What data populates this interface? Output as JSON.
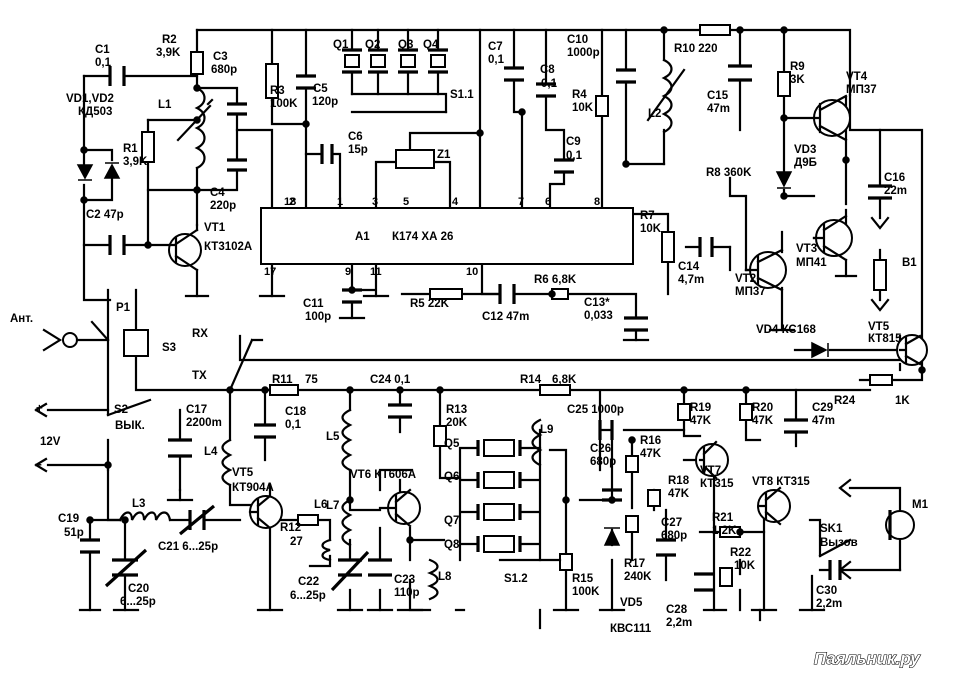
{
  "ic": {
    "ref": "A1",
    "type": "К174 ХА 26"
  },
  "ic_pins": [
    "18",
    "2",
    "1",
    "3",
    "5",
    "4",
    "7",
    "6",
    "8",
    "17",
    "9",
    "11",
    "10"
  ],
  "labels": [
    {
      "id": "c1",
      "text": "C1"
    },
    {
      "id": "c1v",
      "text": "0,1"
    },
    {
      "id": "r2",
      "text": "R2"
    },
    {
      "id": "r2v",
      "text": "3,9K"
    },
    {
      "id": "c3",
      "text": "C3"
    },
    {
      "id": "c3v",
      "text": "680p"
    },
    {
      "id": "r3",
      "text": "R3"
    },
    {
      "id": "r3v",
      "text": "100K"
    },
    {
      "id": "c5",
      "text": "C5"
    },
    {
      "id": "c5v",
      "text": "120p"
    },
    {
      "id": "q1",
      "text": "Q1"
    },
    {
      "id": "q2",
      "text": "Q2"
    },
    {
      "id": "q3",
      "text": "Q3"
    },
    {
      "id": "q4",
      "text": "Q4"
    },
    {
      "id": "s11",
      "text": "S1.1"
    },
    {
      "id": "c7",
      "text": "C7"
    },
    {
      "id": "c7v",
      "text": "0,1"
    },
    {
      "id": "c8",
      "text": "C8"
    },
    {
      "id": "c8v",
      "text": "0,1"
    },
    {
      "id": "c10",
      "text": "C10"
    },
    {
      "id": "c10v",
      "text": "1000p"
    },
    {
      "id": "r10",
      "text": "R10 220"
    },
    {
      "id": "r9",
      "text": "R9"
    },
    {
      "id": "r9v",
      "text": "3K"
    },
    {
      "id": "vt4",
      "text": "VT4"
    },
    {
      "id": "vt4t",
      "text": "МП37"
    },
    {
      "id": "vd12",
      "text": "VD1,VD2"
    },
    {
      "id": "vd12t",
      "text": "КД503"
    },
    {
      "id": "l1",
      "text": "L1"
    },
    {
      "id": "r1",
      "text": "R1"
    },
    {
      "id": "r1v",
      "text": "3,9K"
    },
    {
      "id": "c6",
      "text": "C6"
    },
    {
      "id": "c6v",
      "text": "15p"
    },
    {
      "id": "r4",
      "text": "R4"
    },
    {
      "id": "r4v",
      "text": "10K"
    },
    {
      "id": "l2",
      "text": "L2"
    },
    {
      "id": "c15",
      "text": "C15"
    },
    {
      "id": "c15v",
      "text": "47m"
    },
    {
      "id": "vd3",
      "text": "VD3"
    },
    {
      "id": "vd3t",
      "text": "Д9Б"
    },
    {
      "id": "c9",
      "text": "C9"
    },
    {
      "id": "c9v",
      "text": "0,1"
    },
    {
      "id": "z1",
      "text": "Z1"
    },
    {
      "id": "c2",
      "text": "C2 47p"
    },
    {
      "id": "c4",
      "text": "C4"
    },
    {
      "id": "c4v",
      "text": "220p"
    },
    {
      "id": "r8",
      "text": "R8 360K"
    },
    {
      "id": "c16",
      "text": "C16"
    },
    {
      "id": "c16v",
      "text": "22m"
    },
    {
      "id": "r7",
      "text": "R7"
    },
    {
      "id": "r7v",
      "text": "10K"
    },
    {
      "id": "vt1",
      "text": "VT1"
    },
    {
      "id": "vt1t",
      "text": "КТ3102А"
    },
    {
      "id": "vt3",
      "text": "VT3"
    },
    {
      "id": "vt3t",
      "text": "МП41"
    },
    {
      "id": "b1",
      "text": "B1"
    },
    {
      "id": "c14",
      "text": "C14"
    },
    {
      "id": "c14v",
      "text": "4,7m"
    },
    {
      "id": "vt2",
      "text": "VT2"
    },
    {
      "id": "vt2t",
      "text": "МП37"
    },
    {
      "id": "r6",
      "text": "R6 6,8K"
    },
    {
      "id": "c11",
      "text": "C11"
    },
    {
      "id": "c11v",
      "text": "100p"
    },
    {
      "id": "r5",
      "text": "R5 22K"
    },
    {
      "id": "c12",
      "text": "C12 47m"
    },
    {
      "id": "c13",
      "text": "C13*"
    },
    {
      "id": "c13v",
      "text": "0,033"
    },
    {
      "id": "vt5b",
      "text": "VT5"
    },
    {
      "id": "vt5bt",
      "text": "КТ815"
    },
    {
      "id": "ant",
      "text": "Ант."
    },
    {
      "id": "p1",
      "text": "P1"
    },
    {
      "id": "s3",
      "text": "S3"
    },
    {
      "id": "rx",
      "text": "RX"
    },
    {
      "id": "tx",
      "text": "TX"
    },
    {
      "id": "vd4",
      "text": "VD4 КС168"
    },
    {
      "id": "r11",
      "text": "R11"
    },
    {
      "id": "r11v",
      "text": "75"
    },
    {
      "id": "c24",
      "text": "C24 0,1"
    },
    {
      "id": "r14",
      "text": "R14"
    },
    {
      "id": "r14v",
      "text": "6,8K"
    },
    {
      "id": "r24",
      "text": "R24"
    },
    {
      "id": "r24v",
      "text": "1K"
    },
    {
      "id": "s2",
      "text": "S2"
    },
    {
      "id": "vyk",
      "text": "ВЫК."
    },
    {
      "id": "c17",
      "text": "C17"
    },
    {
      "id": "c17v",
      "text": "2200m"
    },
    {
      "id": "c18",
      "text": "C18"
    },
    {
      "id": "c18v",
      "text": "0,1"
    },
    {
      "id": "r13",
      "text": "R13"
    },
    {
      "id": "r13v",
      "text": "20K"
    },
    {
      "id": "c25",
      "text": "C25 1000p"
    },
    {
      "id": "r19",
      "text": "R19"
    },
    {
      "id": "r19v",
      "text": "47K"
    },
    {
      "id": "r20",
      "text": "R20"
    },
    {
      "id": "r20v",
      "text": "47K"
    },
    {
      "id": "c29",
      "text": "C29"
    },
    {
      "id": "c29v",
      "text": "47m"
    },
    {
      "id": "v12",
      "text": "12V"
    },
    {
      "id": "l4",
      "text": "L4"
    },
    {
      "id": "l5",
      "text": "L5"
    },
    {
      "id": "l9",
      "text": "L9"
    },
    {
      "id": "q5",
      "text": "Q5"
    },
    {
      "id": "q6",
      "text": "Q6"
    },
    {
      "id": "q7",
      "text": "Q7"
    },
    {
      "id": "q8",
      "text": "Q8"
    },
    {
      "id": "c26",
      "text": "C26"
    },
    {
      "id": "c26v",
      "text": "680p"
    },
    {
      "id": "r16",
      "text": "R16"
    },
    {
      "id": "r16v",
      "text": "47K"
    },
    {
      "id": "vt5",
      "text": "VT5"
    },
    {
      "id": "vt5t",
      "text": "КТ904А"
    },
    {
      "id": "vt6",
      "text": "VT6 КТ606А"
    },
    {
      "id": "vt7",
      "text": "VT7"
    },
    {
      "id": "vt7t",
      "text": "КТ315"
    },
    {
      "id": "vt8",
      "text": "VT8 КТ315"
    },
    {
      "id": "r18",
      "text": "R18"
    },
    {
      "id": "r18v",
      "text": "47K"
    },
    {
      "id": "m1",
      "text": "M1"
    },
    {
      "id": "l6",
      "text": "L6"
    },
    {
      "id": "l7",
      "text": "L7"
    },
    {
      "id": "c19",
      "text": "C19"
    },
    {
      "id": "c19v",
      "text": "51p"
    },
    {
      "id": "l3",
      "text": "L3"
    },
    {
      "id": "r12",
      "text": "R12"
    },
    {
      "id": "r12v",
      "text": "27"
    },
    {
      "id": "r21",
      "text": "R21"
    },
    {
      "id": "r21v",
      "text": "1,2K"
    },
    {
      "id": "sk1",
      "text": "SK1"
    },
    {
      "id": "vyzov",
      "text": "Вызов"
    },
    {
      "id": "c27",
      "text": "C27"
    },
    {
      "id": "c27v",
      "text": "680p"
    },
    {
      "id": "r22",
      "text": "R22"
    },
    {
      "id": "r22v",
      "text": "10K"
    },
    {
      "id": "c21",
      "text": "C21 6...25p"
    },
    {
      "id": "c20",
      "text": "C20"
    },
    {
      "id": "c20v",
      "text": "6...25p"
    },
    {
      "id": "c22",
      "text": "C22"
    },
    {
      "id": "c22v",
      "text": "6...25p"
    },
    {
      "id": "c23",
      "text": "C23"
    },
    {
      "id": "c23v",
      "text": "110p"
    },
    {
      "id": "l8",
      "text": "L8"
    },
    {
      "id": "s12",
      "text": "S1.2"
    },
    {
      "id": "r15",
      "text": "R15"
    },
    {
      "id": "r15v",
      "text": "100K"
    },
    {
      "id": "r17",
      "text": "R17"
    },
    {
      "id": "r17v",
      "text": "240K"
    },
    {
      "id": "vd5",
      "text": "VD5"
    },
    {
      "id": "vd5t",
      "text": "КВС111"
    },
    {
      "id": "c28",
      "text": "C28"
    },
    {
      "id": "c28v",
      "text": "2,2m"
    },
    {
      "id": "c30",
      "text": "C30"
    },
    {
      "id": "c30v",
      "text": "2,2m"
    },
    {
      "id": "plus",
      "text": "+"
    },
    {
      "id": "minus",
      "text": "-"
    }
  ],
  "watermark": "Паяльник.ру"
}
